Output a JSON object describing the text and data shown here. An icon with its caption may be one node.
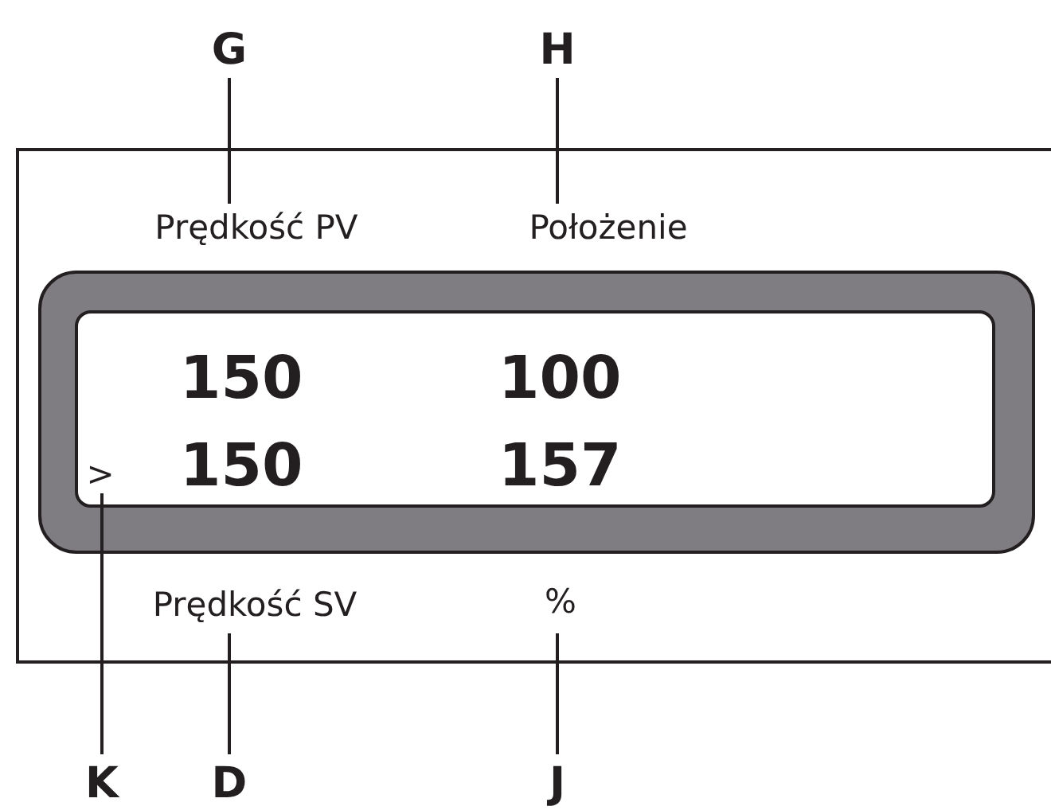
{
  "diagram": {
    "nodes": [
      {
        "text": [
          "G"
        ]
      },
      {
        "text": [
          "H"
        ]
      },
      {
        "text": [],
        "shape": "box"
      },
      {
        "text": [
          "Prędkość PV"
        ],
        "in": 2
      },
      {
        "text": [
          "Położenie"
        ],
        "in": 2
      },
      {
        "text": [],
        "shape": "box",
        "in": 2
      },
      {
        "text": [
          ">"
        ],
        "in": 5
      },
      {
        "text": [
          "Prędkość SV"
        ],
        "in": 2
      },
      {
        "text": [
          "%"
        ],
        "in": 2
      },
      {
        "text": [
          "K"
        ]
      },
      {
        "text": [
          "D"
        ]
      },
      {
        "text": [
          "J"
        ]
      }
    ],
    "edges": [
      {
        "from": 0,
        "to": 3,
        "arrow": "none"
      },
      {
        "from": 1,
        "to": 4,
        "arrow": "none"
      },
      {
        "from": 9,
        "to": 6,
        "arrow": "none"
      },
      {
        "from": 10,
        "to": 7,
        "arrow": "none"
      },
      {
        "from": 11,
        "to": 8,
        "arrow": "none"
      }
    ],
    "labels": [
      "150",
      "100",
      "150",
      "157"
    ]
  }
}
